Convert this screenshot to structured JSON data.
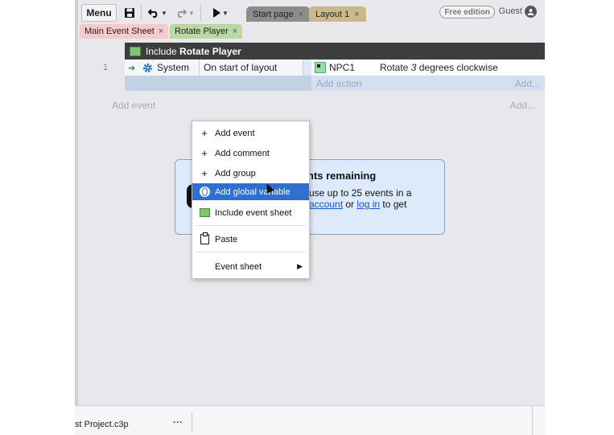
{
  "toolbar": {
    "menu_label": "Menu",
    "save_icon": "floppy-disk-icon",
    "undo_icon": "undo-icon",
    "redo_icon": "redo-icon",
    "play_icon": "play-icon"
  },
  "top_tabs": [
    {
      "label": "Start page",
      "close": "×",
      "color": "#8c8c8c"
    },
    {
      "label": "Layout 1",
      "close": "×",
      "color": "#c9b98d"
    }
  ],
  "account": {
    "edition": "Free edition",
    "user": "Guest",
    "user_icon": "user-circle-icon"
  },
  "sheet_tabs": [
    {
      "label": "Main Event Sheet",
      "close": "×",
      "color": "#f6c9cb"
    },
    {
      "label": "Rotate Player",
      "close": "×",
      "color": "#b9d8a3"
    }
  ],
  "include_bar": {
    "prefix": "Include ",
    "sheet_name": "Rotate Player"
  },
  "event": {
    "number": "1",
    "condition_object": "System",
    "condition_text": "On start of layout",
    "action_object": "NPC1",
    "action_text_before": "Rotate ",
    "action_value": "3",
    "action_text_after": " degrees clockwise",
    "add_action": "Add action",
    "add_more": "Add..."
  },
  "add_event_row": {
    "label": "Add event",
    "more": "Add..."
  },
  "notice": {
    "title": "nts remaining",
    "line1": "use up to 25 events in a",
    "link_account": "account",
    "or_text": " or ",
    "link_login": "log in",
    "line2_end": " to get"
  },
  "context_menu": {
    "items": [
      {
        "label": "Add event",
        "icon": "plus-icon"
      },
      {
        "label": "Add comment",
        "icon": "plus-icon"
      },
      {
        "label": "Add group",
        "icon": "plus-icon"
      },
      {
        "label": "Add global variable",
        "icon": "globe-icon",
        "highlighted": true
      },
      {
        "label": "Include event sheet",
        "icon": "event-sheet-icon"
      },
      {
        "label": "Paste",
        "icon": "clipboard-icon"
      },
      {
        "label": "Event sheet",
        "icon": "",
        "submenu": true
      }
    ]
  },
  "statusbar": {
    "project": "st Project.c3p",
    "dots": "···"
  },
  "colors": {
    "highlight": "#2f6fd1",
    "include_bar_bg": "#3d3d3d",
    "notice_bg": "#ddeafb",
    "link": "#1a4fd6"
  }
}
